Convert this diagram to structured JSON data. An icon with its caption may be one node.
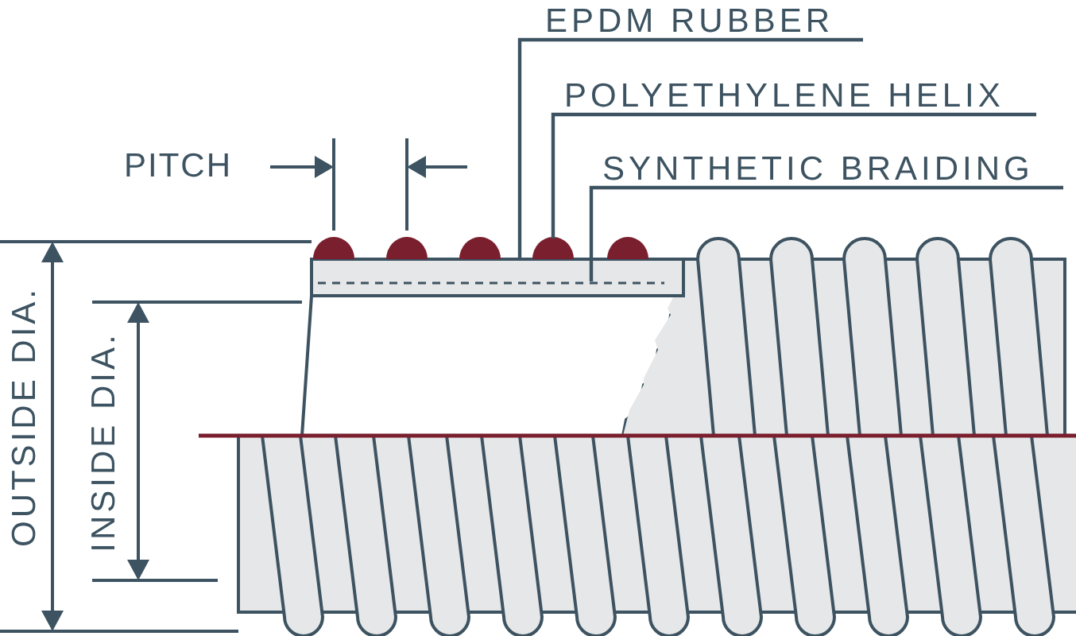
{
  "diagram": {
    "nodes": [
      {
        "text": [
          "EPDM RUBBER"
        ]
      },
      {
        "text": [
          "POLYETHYLENE HELIX"
        ]
      },
      {
        "text": [
          "SYNTHETIC BRAIDING"
        ]
      },
      {
        "text": [],
        "shape": "bar"
      },
      {
        "text": [],
        "shape": "circle"
      },
      {
        "text": [],
        "shape": "circle"
      },
      {
        "text": [],
        "shape": "circle"
      },
      {
        "text": [],
        "shape": "circle"
      },
      {
        "text": [],
        "shape": "circle"
      },
      {
        "text": [],
        "shape": "bar",
        "in": 3
      }
    ],
    "edges": [
      {
        "from": 0,
        "to": 3,
        "arrow": "none"
      },
      {
        "from": 1,
        "to": 7,
        "arrow": "none"
      },
      {
        "from": 2,
        "to": 9,
        "arrow": "none"
      }
    ],
    "labels": [
      "PITCH",
      "OUTSIDE DIA.",
      "INSIDE DIA."
    ]
  }
}
